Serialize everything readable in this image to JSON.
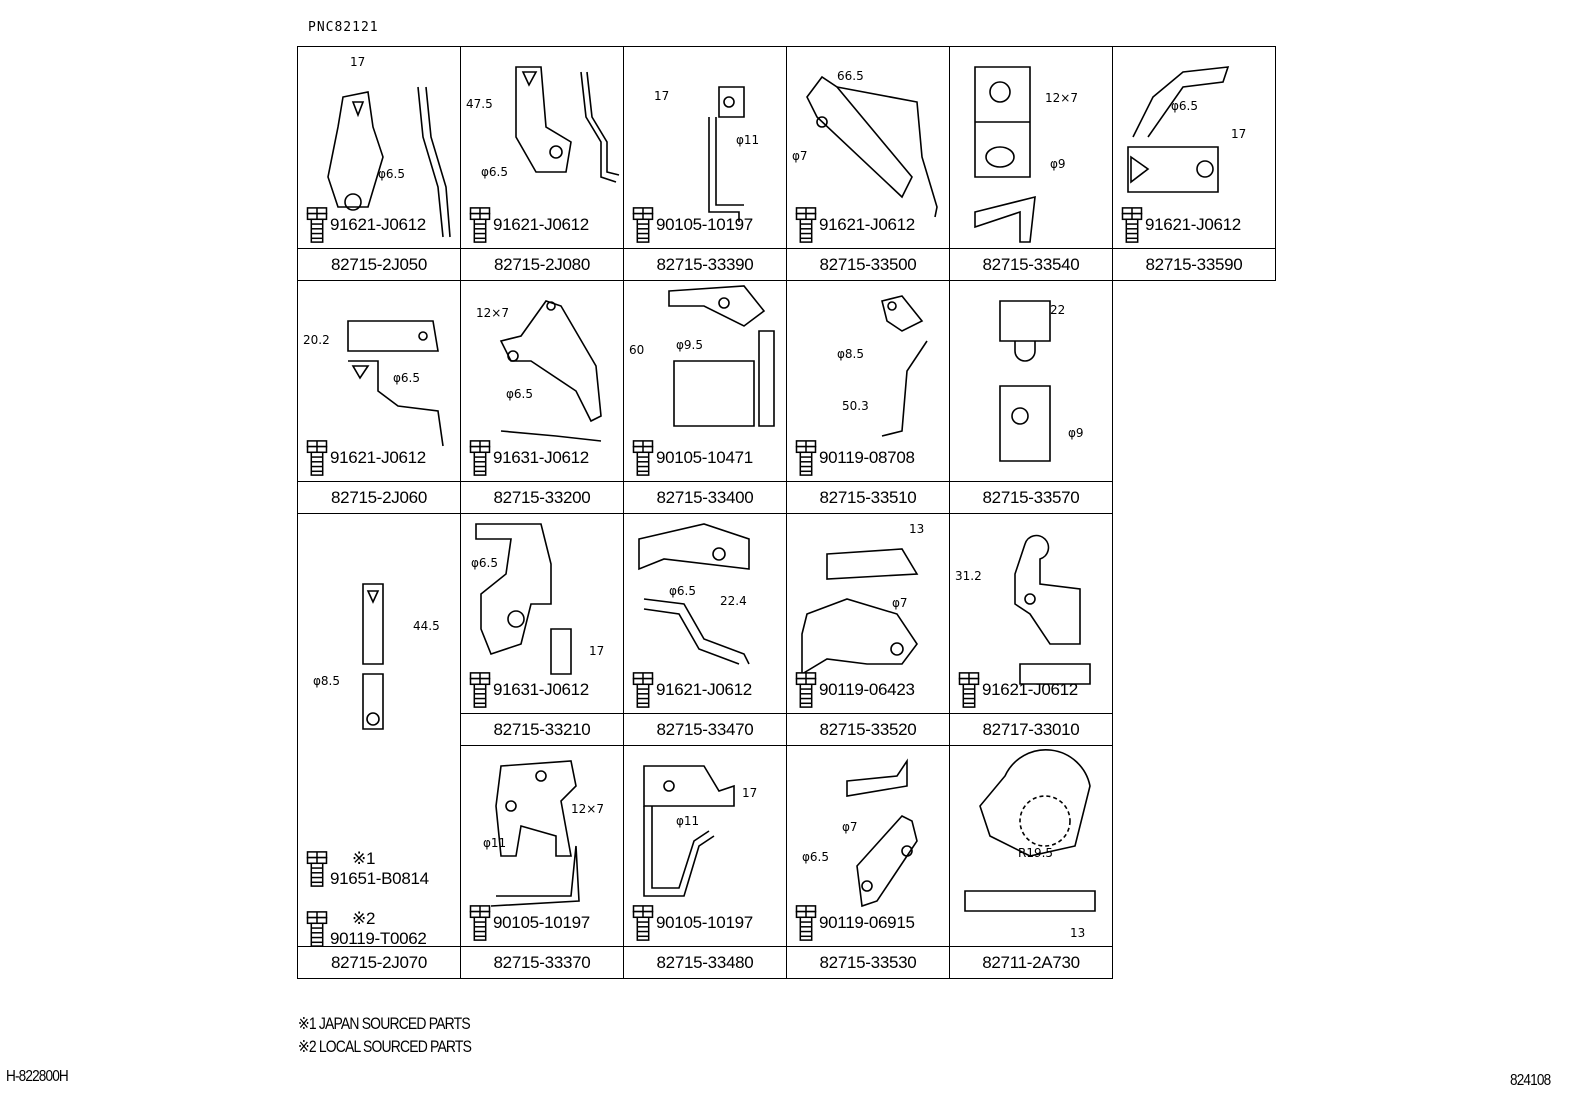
{
  "header": {
    "pnc": "PNC82121"
  },
  "cells": [
    {
      "part": "82715-2J050",
      "bolt": "91621-J0612",
      "dims": [
        "17",
        "φ6.5"
      ]
    },
    {
      "part": "82715-2J080",
      "bolt": "91621-J0612",
      "dims": [
        "47.5",
        "φ6.5"
      ]
    },
    {
      "part": "82715-33390",
      "bolt": "90105-10197",
      "dims": [
        "17",
        "φ11"
      ]
    },
    {
      "part": "82715-33500",
      "bolt": "91621-J0612",
      "dims": [
        "66.5",
        "φ7"
      ]
    },
    {
      "part": "82715-33540",
      "bolt": "",
      "dims": [
        "12×7",
        "φ9"
      ]
    },
    {
      "part": "82715-33590",
      "bolt": "91621-J0612",
      "dims": [
        "φ6.5",
        "17"
      ]
    },
    {
      "part": "82715-2J060",
      "bolt": "91621-J0612",
      "dims": [
        "20.2",
        "φ6.5"
      ]
    },
    {
      "part": "82715-33200",
      "bolt": "91631-J0612",
      "dims": [
        "12×7",
        "φ6.5"
      ]
    },
    {
      "part": "82715-33400",
      "bolt": "90105-10471",
      "dims": [
        "60",
        "φ9.5"
      ]
    },
    {
      "part": "82715-33510",
      "bolt": "90119-08708",
      "dims": [
        "φ8.5",
        "50.3"
      ]
    },
    {
      "part": "82715-33570",
      "bolt": "",
      "dims": [
        "22",
        "φ9"
      ]
    },
    {
      "part": "82715-2J070",
      "bolt": "",
      "dims": [
        "44.5",
        "φ8.5"
      ]
    },
    {
      "part": "82715-33210",
      "bolt": "91631-J0612",
      "dims": [
        "φ6.5",
        "17"
      ]
    },
    {
      "part": "82715-33470",
      "bolt": "91621-J0612",
      "dims": [
        "φ6.5",
        "22.4"
      ]
    },
    {
      "part": "82715-33520",
      "bolt": "90119-06423",
      "dims": [
        "13",
        "φ7"
      ]
    },
    {
      "part": "82717-33010",
      "bolt": "91621-J0612",
      "dims": [
        "31.2"
      ]
    },
    {
      "part": "82715-33370",
      "bolt": "90105-10197",
      "dims": [
        "12×7",
        "φ11"
      ]
    },
    {
      "part": "82715-33480",
      "bolt": "90105-10197",
      "dims": [
        "17",
        "φ11"
      ]
    },
    {
      "part": "82715-33530",
      "bolt": "90119-06915",
      "dims": [
        "φ7",
        "φ6.5"
      ]
    },
    {
      "part": "82711-2A730",
      "bolt": "",
      "dims": [
        "R19.5",
        "13"
      ]
    }
  ],
  "special_bolts": [
    {
      "mark": "※1",
      "bolt": "91651-B0814"
    },
    {
      "mark": "※2",
      "bolt": "90119-T0062"
    }
  ],
  "notes": [
    "※1  JAPAN SOURCED PARTS",
    "※2  LOCAL SOURCED PARTS"
  ],
  "footer": {
    "left": "H-822800H",
    "right": "824108"
  }
}
